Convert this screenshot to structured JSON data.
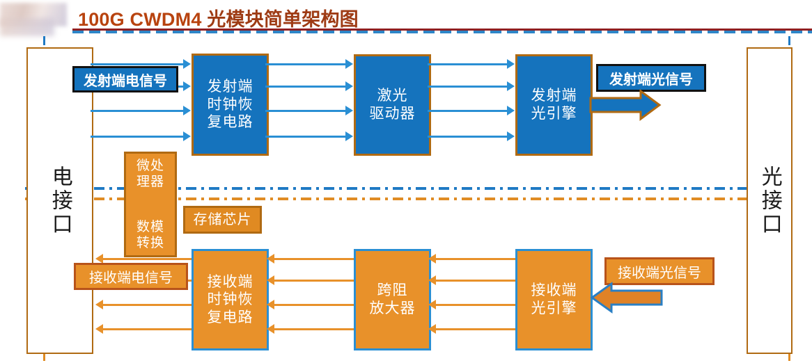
{
  "header": {
    "title_latin": "100G CWDM4",
    "title_cjk": "光模块简单架构图",
    "rule_color": "#8f1f22",
    "dash_color": "#2e86c8",
    "title_color": "#9e3b14"
  },
  "interfaces": {
    "left": {
      "label": "电接口",
      "border_color": "#b06a12"
    },
    "right": {
      "label": "光接口",
      "border_color": "#b06a12"
    }
  },
  "transmit_path": {
    "blocks": [
      {
        "id": "tx-cdr",
        "label": "发射端\n时钟恢\n复电路"
      },
      {
        "id": "laser-driver",
        "label": "激光\n驱动器"
      },
      {
        "id": "tx-optical-engine",
        "label": "发射端\n光引擎"
      }
    ],
    "input_badge": "发射端电信号",
    "output_badge": "发射端光信号",
    "fill_color": "#1573bd",
    "border_color": "#b06a12",
    "lane_count": 4
  },
  "receive_path": {
    "blocks": [
      {
        "id": "rx-cdr",
        "label": "接收端\n时钟恢\n复电路"
      },
      {
        "id": "tia",
        "label": "跨阻\n放大器"
      },
      {
        "id": "rx-optical-engine",
        "label": "接收端\n光引擎"
      }
    ],
    "output_badge": "接收端电信号",
    "input_badge": "接收端光信号",
    "fill_color": "#e8912a",
    "border_color": "#2a8fd4",
    "lane_count": 4
  },
  "control": {
    "mcu_label_top": "微处\n理器",
    "mcu_label_bottom": "数模\n转换",
    "memory_label": "存储芯片",
    "fill_color": "#e8912a",
    "border_color": "#b06a12"
  },
  "divider": {
    "blue_color": "#1f7ac4",
    "orange_color": "#e08c24"
  }
}
